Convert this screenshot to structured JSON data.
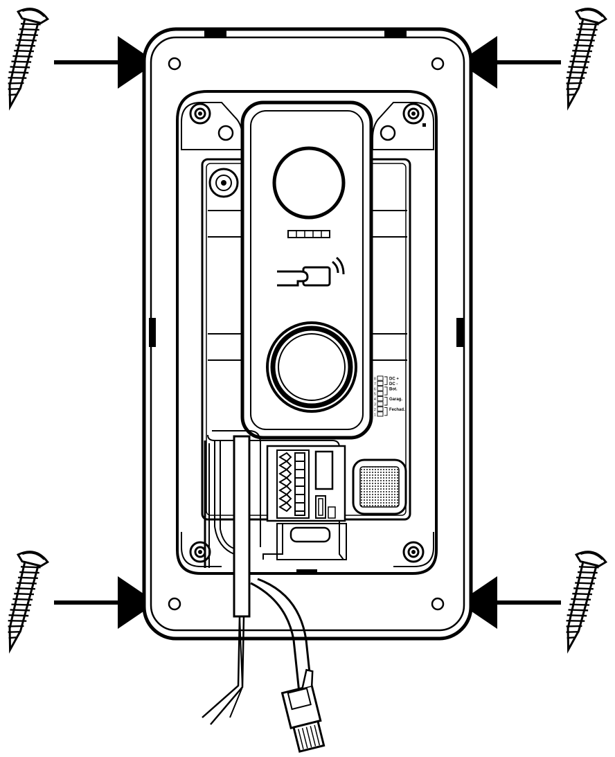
{
  "colors": {
    "ink": "#000000",
    "paper": "#ffffff",
    "speaker_grille": "#3a3a3a"
  },
  "icons": {
    "screws": [
      "screw-icon",
      "screw-icon",
      "screw-icon",
      "screw-icon"
    ],
    "arrows": [
      "arrow-icon",
      "arrow-icon",
      "arrow-icon",
      "arrow-icon"
    ],
    "rfid": "rfid-card-hand-icon",
    "connector": "rj45-connector-icon"
  },
  "terminal": {
    "rows": [
      {
        "num": "8",
        "label": "DC +"
      },
      {
        "num": "7",
        "label": "DC -"
      },
      {
        "num": "6",
        "label": "Bot."
      },
      {
        "num": "5",
        "label": ""
      },
      {
        "num": "4",
        "label": "Garag."
      },
      {
        "num": "3",
        "label": ""
      },
      {
        "num": "2",
        "label": "Fechad."
      },
      {
        "num": "1",
        "label": ""
      }
    ]
  }
}
